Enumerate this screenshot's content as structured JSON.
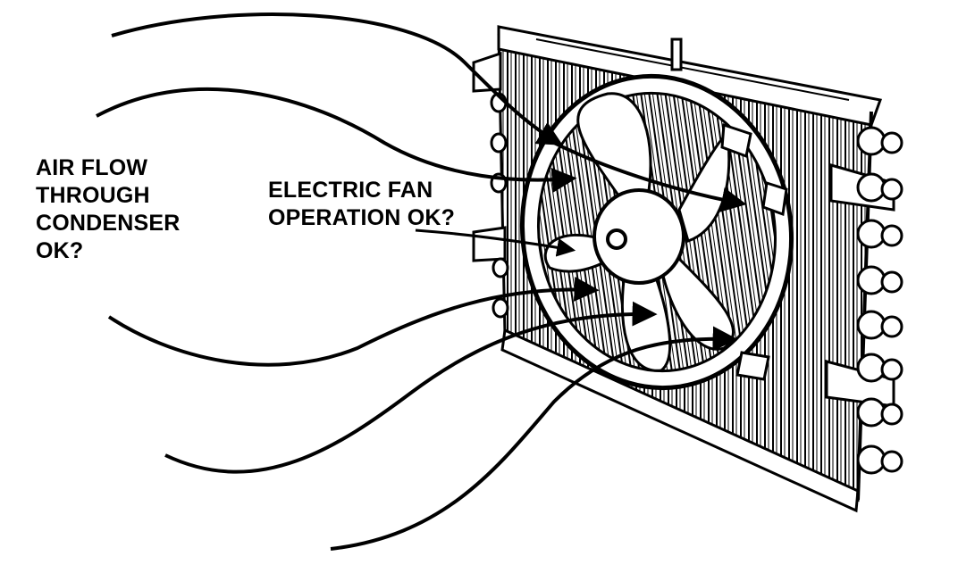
{
  "labels": {
    "air_flow": [
      "AIR FLOW",
      "THROUGH",
      "CONDENSER",
      "OK?"
    ],
    "electric_fan": [
      "ELECTRIC FAN",
      "OPERATION OK?"
    ]
  },
  "colors": {
    "ink": "#000000",
    "paper": "#ffffff",
    "shade": "#555555"
  },
  "icons": {
    "arrowhead": "arrowhead-icon",
    "fan": "fan-icon"
  }
}
